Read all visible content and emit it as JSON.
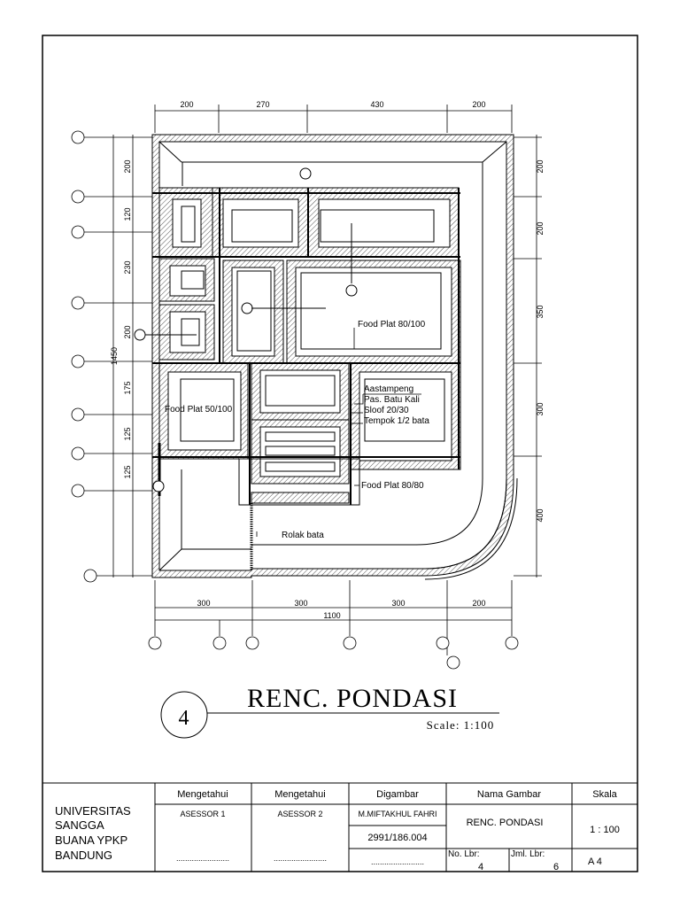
{
  "drawing": {
    "top_dims": [
      "200",
      "270",
      "430",
      "200"
    ],
    "bottom_dims": [
      "300",
      "300",
      "300",
      "200"
    ],
    "bottom_total": "1100",
    "left_dims": [
      "200",
      "120",
      "230",
      "200",
      "175",
      "125",
      "125"
    ],
    "left_total": "1450",
    "right_dims": [
      "200",
      "200",
      "350",
      "300",
      "400"
    ],
    "notes": {
      "food_plat_80_100": "Food Plat 80/100",
      "aastampeng": "Aastampeng",
      "pas_batu_kali": "Pas. Batu Kali",
      "sloof": "Sloof 20/30",
      "tempok": "Tempok 1/2 bata",
      "food_plat_50_100": "Food Plat 50/100",
      "food_plat_80_80": "Food Plat 80/80",
      "rolak_bata": "Rolak bata"
    }
  },
  "title_block": {
    "number": "4",
    "title": "RENC. PONDASI",
    "scale": "Scale: 1:100"
  },
  "info_table": {
    "university": [
      "UNIVERSITAS",
      "SANGGA",
      "BUANA YPKP",
      "BANDUNG"
    ],
    "headers": {
      "mengetahui_1": "Mengetahui",
      "mengetahui_2": "Mengetahui",
      "digambar": "Digambar",
      "nama_gambar": "Nama Gambar",
      "skala": "Skala"
    },
    "asessor1": "ASESSOR 1",
    "asessor2": "ASESSOR 2",
    "drawer_name": "M.MIFTAKHUL FAHRI",
    "drawer_id": "2991/186.004",
    "drawing_name": "RENC. PONDASI",
    "scale_value": "1 : 100",
    "no_lbr_label": "No. Lbr:",
    "no_lbr_value": "4",
    "jml_lbr_label": "Jml. Lbr:",
    "jml_lbr_value": "6",
    "paper": "A 4",
    "sign_dots": "........................"
  },
  "colors": {
    "line": "#000000",
    "background": "#ffffff",
    "hatch": "#555555"
  }
}
